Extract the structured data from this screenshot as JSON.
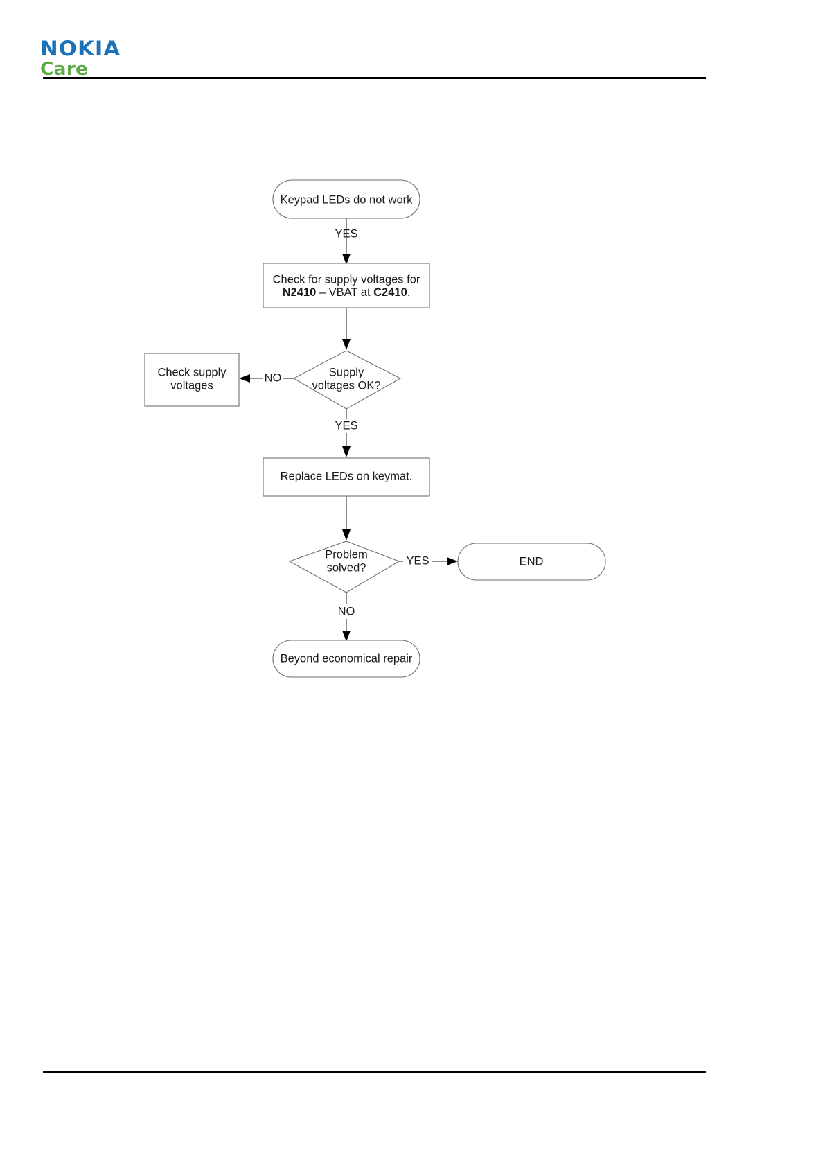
{
  "document": {
    "brand_line1": "NOKIA",
    "brand_line2": "Care",
    "brand_color_primary": "#1a72ba",
    "brand_color_secondary": "#5aab46",
    "rule_color": "#000000"
  },
  "flowchart": {
    "type": "diagram",
    "nodes": [
      {
        "id": "start",
        "shape": "stadium",
        "label": "Keypad LEDs do not work"
      },
      {
        "id": "check-voltages",
        "shape": "rect",
        "label_parts": [
          {
            "text": "Check for supply voltages for ",
            "bold": false
          },
          {
            "text": "N2410",
            "bold": true
          },
          {
            "text": " – VBAT at ",
            "bold": false
          },
          {
            "text": "C2410",
            "bold": true
          },
          {
            "text": ".",
            "bold": false
          }
        ],
        "label_line1": "Check for supply voltages for",
        "label_line2_a": "N2410",
        "label_line2_b": " – VBAT at ",
        "label_line2_c": "C2410",
        "label_line2_d": "."
      },
      {
        "id": "supply-ok",
        "shape": "diamond",
        "label_line1": "Supply",
        "label_line2": "voltages OK?"
      },
      {
        "id": "check-supply",
        "shape": "rect",
        "label_line1": "Check supply",
        "label_line2": "voltages"
      },
      {
        "id": "replace-leds",
        "shape": "rect",
        "label": "Replace LEDs on keymat."
      },
      {
        "id": "problem-solved",
        "shape": "diamond",
        "label_line1": "Problem",
        "label_line2": "solved?"
      },
      {
        "id": "end",
        "shape": "stadium",
        "label": "END"
      },
      {
        "id": "ber",
        "shape": "stadium",
        "label": "Beyond economical repair"
      }
    ],
    "edges": [
      {
        "from": "start",
        "to": "check-voltages",
        "label": "YES"
      },
      {
        "from": "check-voltages",
        "to": "supply-ok",
        "label": ""
      },
      {
        "from": "supply-ok",
        "to": "check-supply",
        "label": "NO"
      },
      {
        "from": "supply-ok",
        "to": "replace-leds",
        "label": "YES"
      },
      {
        "from": "replace-leds",
        "to": "problem-solved",
        "label": ""
      },
      {
        "from": "problem-solved",
        "to": "end",
        "label": "YES"
      },
      {
        "from": "problem-solved",
        "to": "ber",
        "label": "NO"
      }
    ]
  }
}
